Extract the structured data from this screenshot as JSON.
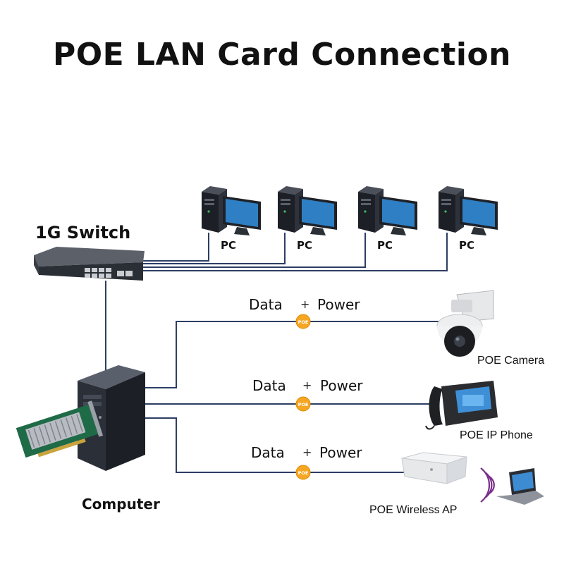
{
  "title": "POE LAN Card Connection",
  "switch": {
    "label": "1G Switch"
  },
  "computer": {
    "label": "Computer"
  },
  "pcs": [
    {
      "label": "PC"
    },
    {
      "label": "PC"
    },
    {
      "label": "PC"
    },
    {
      "label": "PC"
    }
  ],
  "links": [
    {
      "data": "Data",
      "plus": "+",
      "power": "Power",
      "badge": "POE",
      "device": "POE Camera"
    },
    {
      "data": "Data",
      "plus": "+",
      "power": "Power",
      "badge": "POE",
      "device": "POE IP Phone"
    },
    {
      "data": "Data",
      "plus": "+",
      "power": "Power",
      "badge": "POE",
      "device": "POE Wireless AP"
    }
  ],
  "colors": {
    "line": "#2d3e63",
    "poe": "#f5a623",
    "screen": "#2e7fc4",
    "tower": "#1c1f26"
  }
}
